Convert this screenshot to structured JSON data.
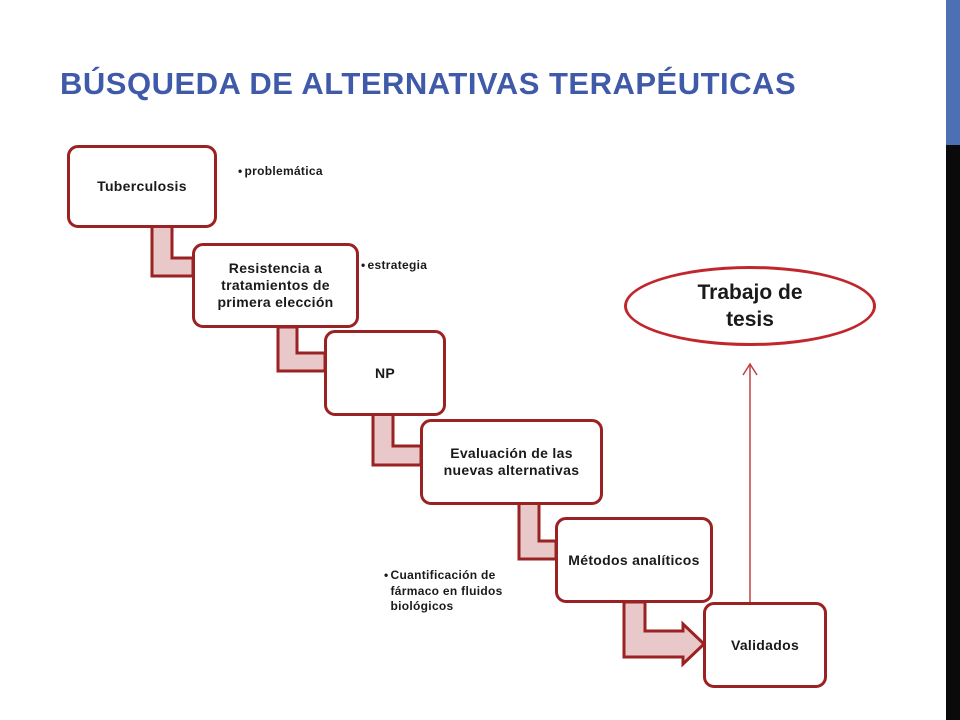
{
  "title": "BÚSQUEDA DE ALTERNATIVAS TERAPÉUTICAS",
  "steps": [
    {
      "label": "Tuberculosis"
    },
    {
      "label": "Resistencia a tratamientos de primera elección"
    },
    {
      "label": "NP"
    },
    {
      "label": "Evaluación de las nuevas alternativas"
    },
    {
      "label": "Métodos analíticos"
    },
    {
      "label": "Validados"
    }
  ],
  "notes": {
    "problematica": "problemática",
    "estrategia": "estrategia",
    "cuantificacion": "Cuantificación de fármaco en fluidos biológicos"
  },
  "bullet": "•",
  "thesis": "Trabajo de tesis",
  "colors": {
    "title": "#3f5aa8",
    "box_border": "#9b2222",
    "connector_fill": "#e8c8c8",
    "ellipse_border": "#c0272d",
    "arrow": "#c04040",
    "side_bar_blue": "#4d6fb4",
    "side_bar_black": "#0a0a0a"
  }
}
